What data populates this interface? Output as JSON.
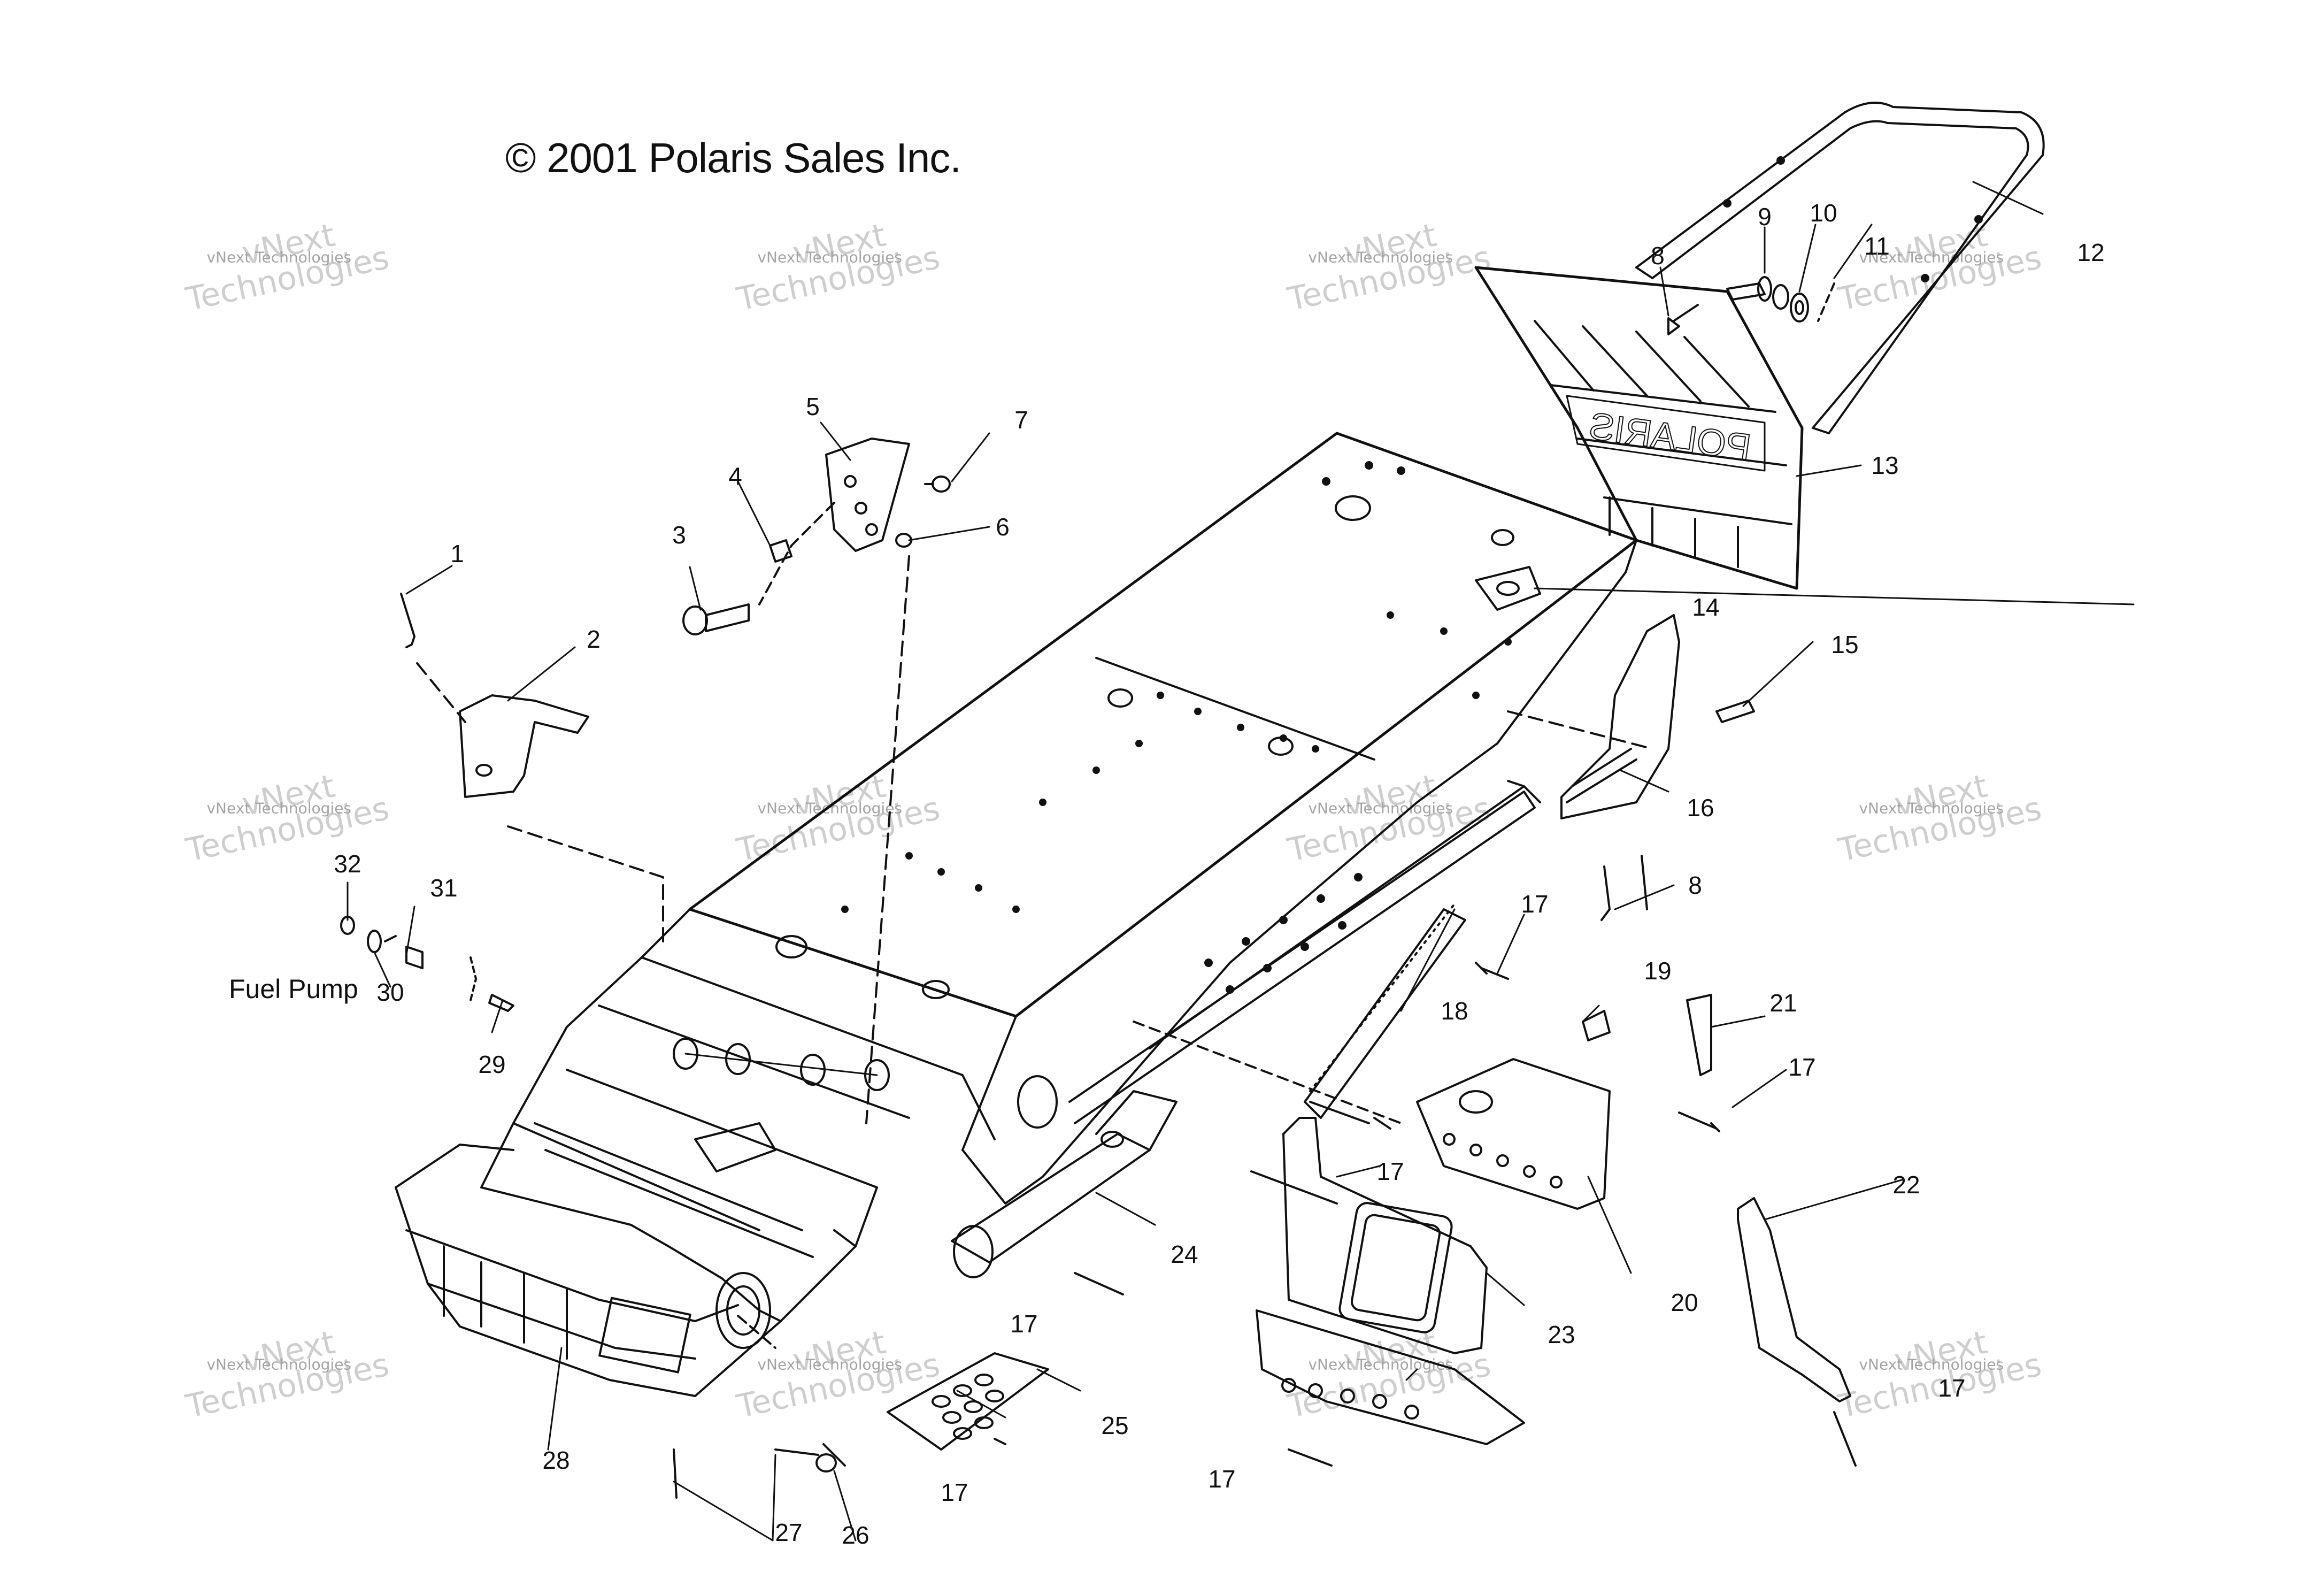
{
  "copyright": "© 2001 Polaris Sales Inc.",
  "watermark": {
    "top": "vNext",
    "bottom": "Technologies",
    "small": "vNext Technologies"
  },
  "fuel_pump_label": "Fuel Pump",
  "callouts": [
    "1",
    "2",
    "3",
    "4",
    "5",
    "6",
    "7",
    "8",
    "9",
    "10",
    "11",
    "12",
    "13",
    "14",
    "15",
    "16",
    "8",
    "17",
    "18",
    "19",
    "21",
    "17",
    "17",
    "22",
    "20",
    "23",
    "24",
    "25",
    "17",
    "17",
    "17",
    "17",
    "26",
    "27",
    "28",
    "29",
    "30",
    "31",
    "32"
  ],
  "colors": {
    "line": "#111111",
    "watermark": "#c9c9c9",
    "background": "#ffffff"
  }
}
